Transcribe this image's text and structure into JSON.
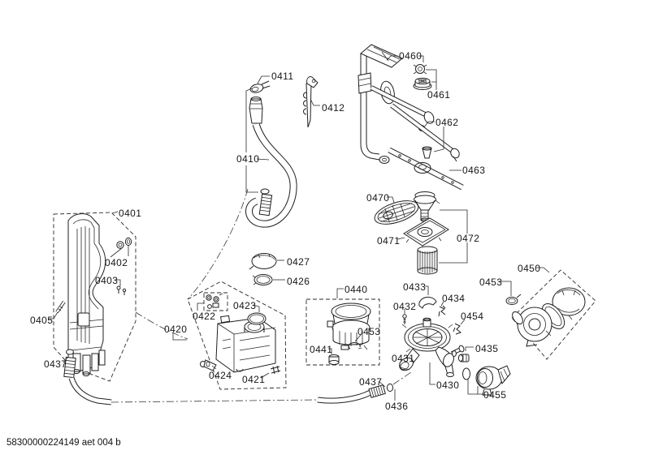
{
  "diagram": {
    "footer_code": "58300000224149 aet 004 b",
    "background_color": "#ffffff",
    "line_color": "#1f1f1f",
    "labels": [
      {
        "num": "0401"
      },
      {
        "num": "0402"
      },
      {
        "num": "0403"
      },
      {
        "num": "0405"
      },
      {
        "num": "0410"
      },
      {
        "num": "0411"
      },
      {
        "num": "0412"
      },
      {
        "num": "0420"
      },
      {
        "num": "0421"
      },
      {
        "num": "0422"
      },
      {
        "num": "0423"
      },
      {
        "num": "0424"
      },
      {
        "num": "0426"
      },
      {
        "num": "0427"
      },
      {
        "num": "0430"
      },
      {
        "num": "0431"
      },
      {
        "num": "0432"
      },
      {
        "num": "0433"
      },
      {
        "num": "0434"
      },
      {
        "num": "0435"
      },
      {
        "num": "0436"
      },
      {
        "num": "0437"
      },
      {
        "num": "0437"
      },
      {
        "num": "0440"
      },
      {
        "num": "0441"
      },
      {
        "num": "0450"
      },
      {
        "num": "0453"
      },
      {
        "num": "0453"
      },
      {
        "num": "0454"
      },
      {
        "num": "0455"
      },
      {
        "num": "0460"
      },
      {
        "num": "0461"
      },
      {
        "num": "0462"
      },
      {
        "num": "0463"
      },
      {
        "num": "0470"
      },
      {
        "num": "0471"
      },
      {
        "num": "0472"
      }
    ]
  }
}
